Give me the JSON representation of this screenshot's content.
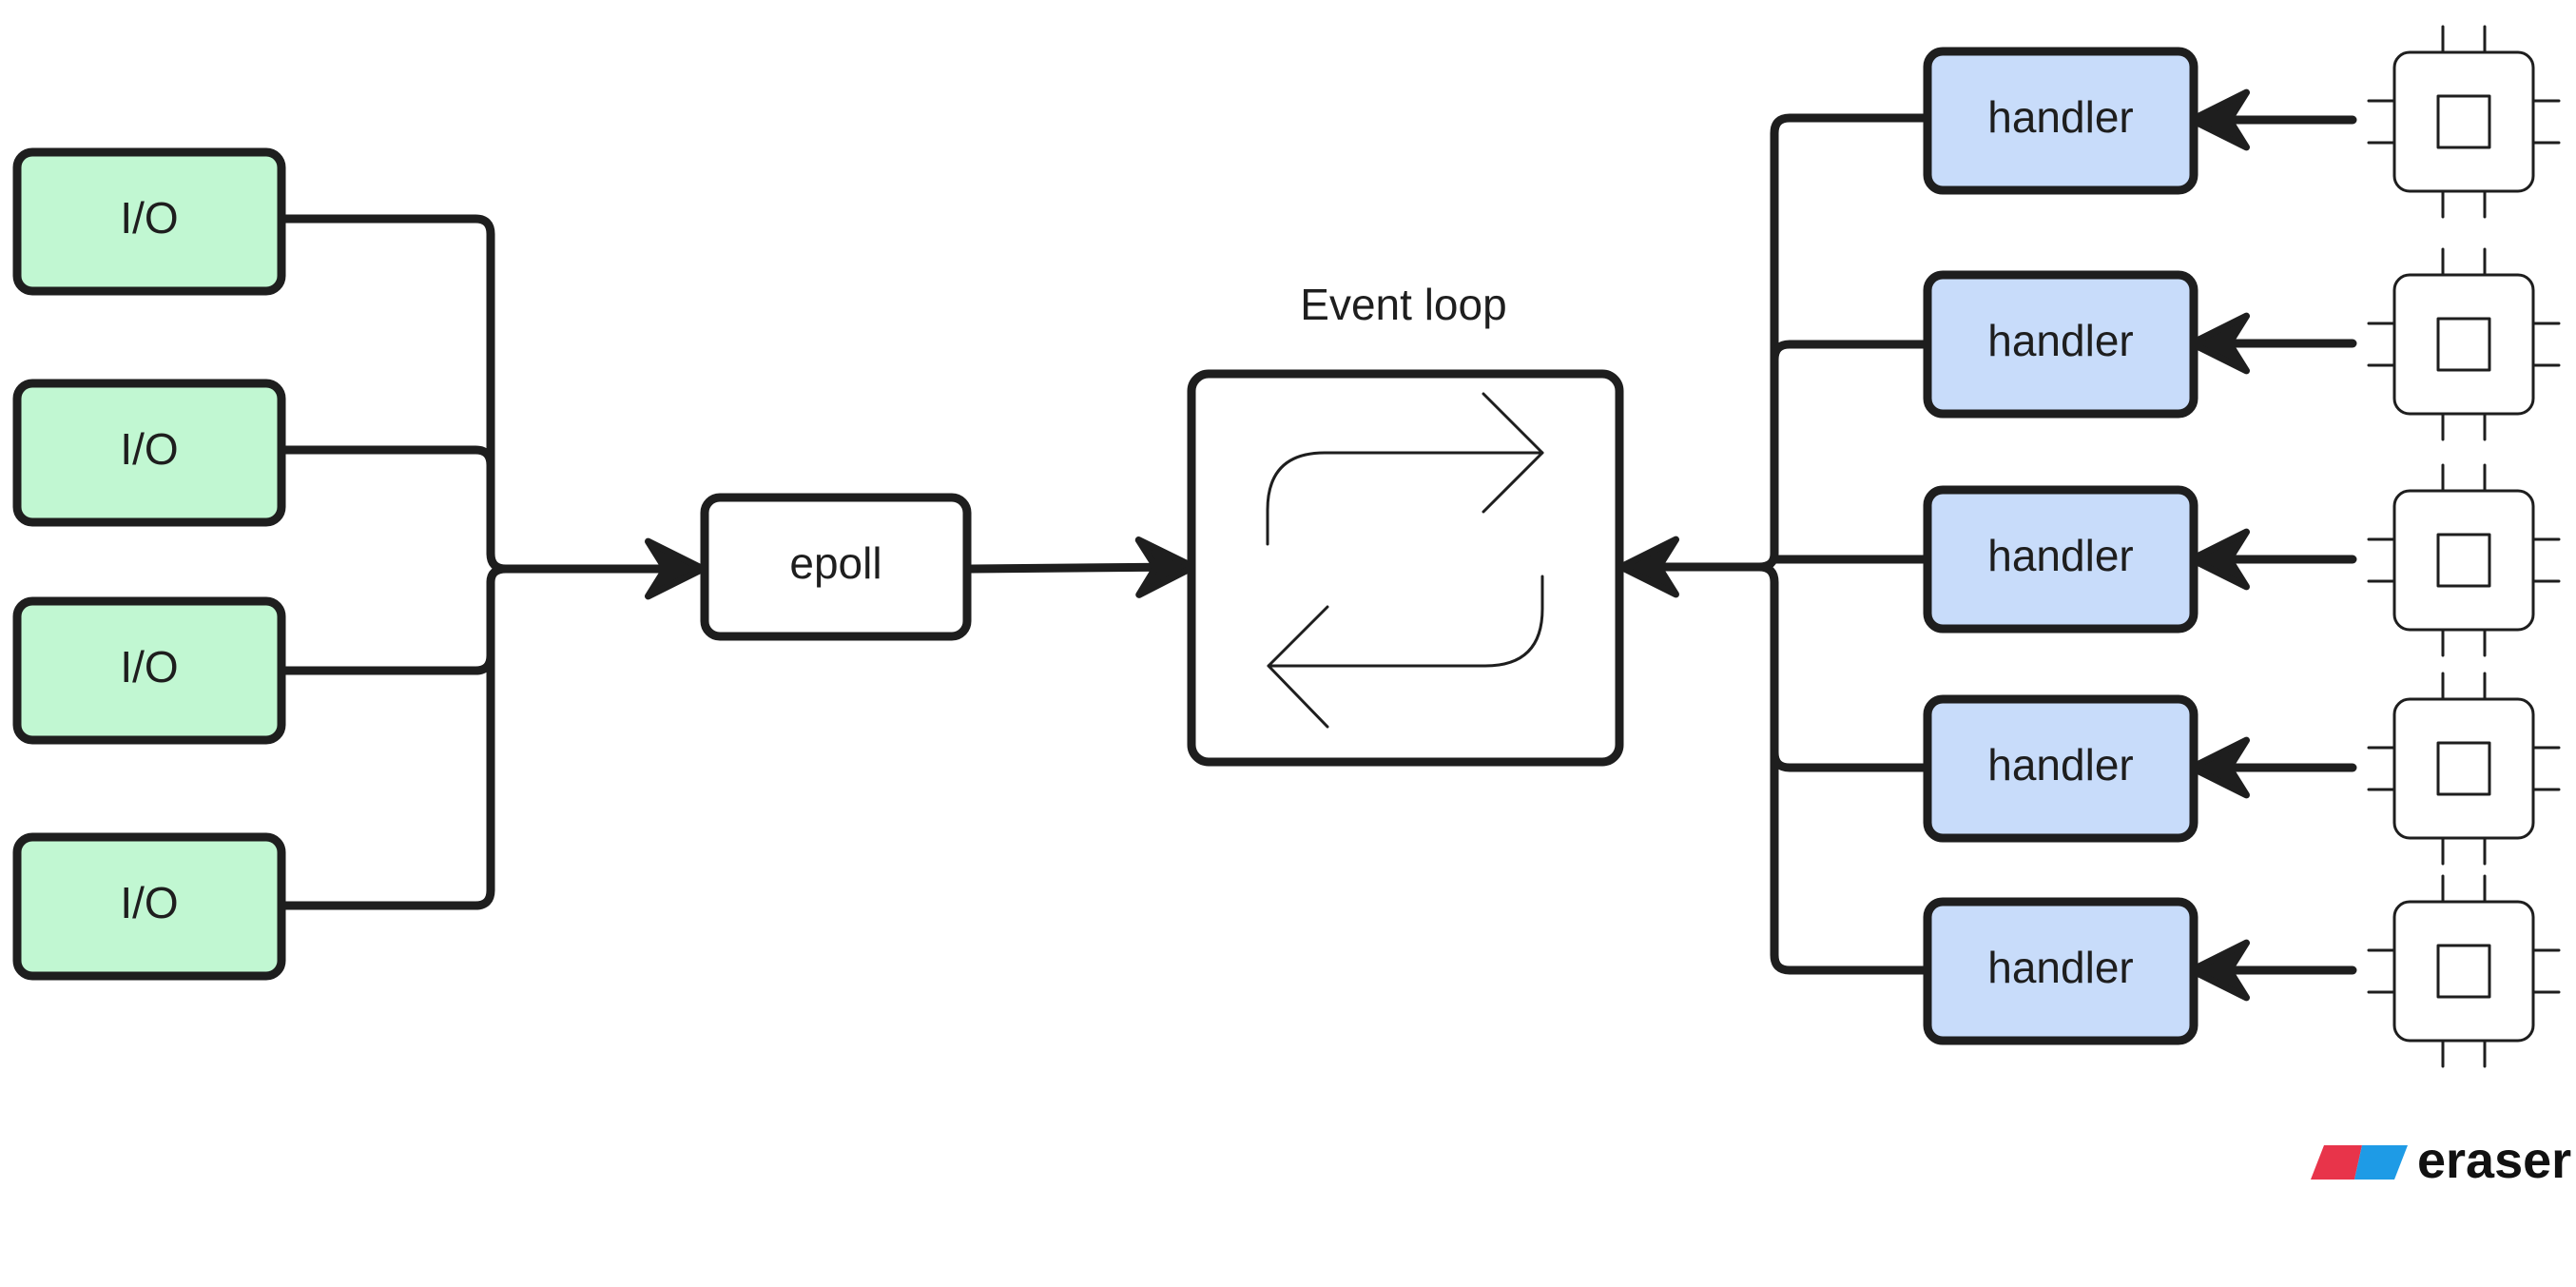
{
  "diagram": {
    "io_nodes": [
      {
        "label": "I/O"
      },
      {
        "label": "I/O"
      },
      {
        "label": "I/O"
      },
      {
        "label": "I/O"
      }
    ],
    "epoll": {
      "label": "epoll"
    },
    "event_loop": {
      "title": "Event loop"
    },
    "handlers": [
      {
        "label": "handler"
      },
      {
        "label": "handler"
      },
      {
        "label": "handler"
      },
      {
        "label": "handler"
      },
      {
        "label": "handler"
      }
    ]
  },
  "brand": {
    "name": "eraser"
  },
  "colors": {
    "io_fill": "#c1f7d2",
    "handler_fill": "#c8dcfa",
    "stroke": "#1e1e1e",
    "brand_red": "#e8344a",
    "brand_blue": "#1e9be6"
  },
  "icons": {
    "processor": "chip-icon",
    "loop": "refresh-loop-icon"
  }
}
